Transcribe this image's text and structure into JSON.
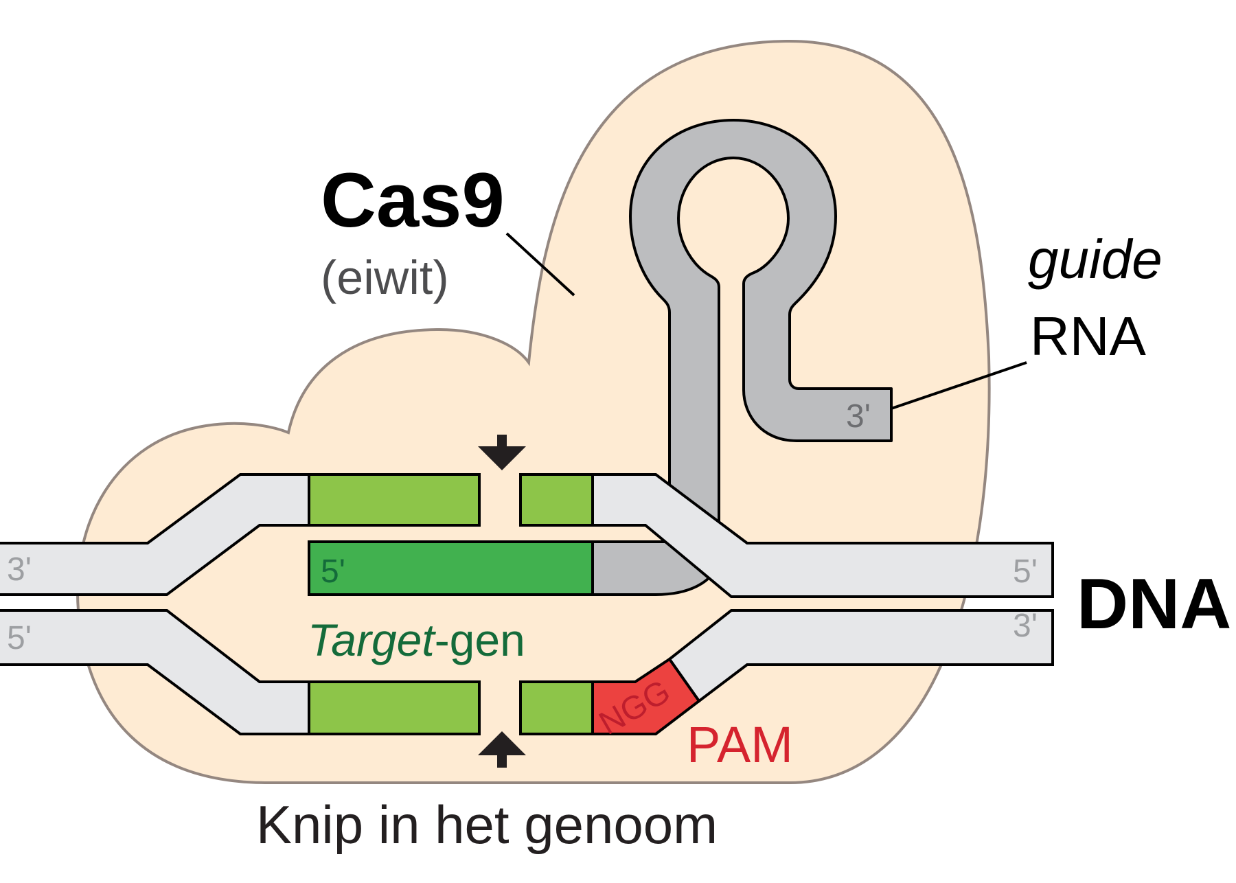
{
  "labels": {
    "protein_name": "Cas9",
    "protein_subtitle": "(eiwit)",
    "guide_rna_line1": "guide",
    "guide_rna_line2": "RNA",
    "dna": "DNA",
    "target_gene_italic": "Target",
    "target_gene_rest": "-gen",
    "pam": "PAM",
    "pam_sequence": "NGG",
    "cut_caption": "Knip in het genoom",
    "top_left_end": "3'",
    "bottom_left_end": "5'",
    "top_right_end": "5'",
    "bottom_right_end": "3'",
    "guide_5_end": "5'",
    "guide_3_end": "3'"
  },
  "colors": {
    "protein_fill": "#feebd3",
    "protein_stroke": "#948780",
    "dna_strand": "#e6e7e9",
    "target_light_green": "#8dc549",
    "guide_dark_green": "#41b14f",
    "rna_gray": "#bcbdbf",
    "pam_red": "#ec4240",
    "pam_text": "#d5232e",
    "target_text": "#146b3a",
    "end_label_gray": "#9d9fa2",
    "arrow": "#231f20"
  }
}
